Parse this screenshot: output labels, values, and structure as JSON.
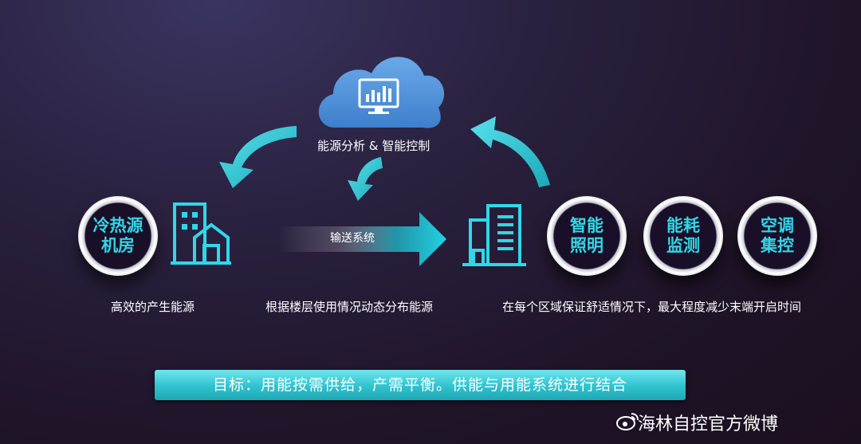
{
  "cloud": {
    "label": "能源分析 & 智能控制",
    "icon": "monitor-chart-icon"
  },
  "source": {
    "line1": "冷热源",
    "line2": "机房",
    "caption": "高效的产生能源",
    "icon": "building-icon"
  },
  "transport": {
    "label": "输送系统",
    "caption": "根据楼层使用情况动态分布能源",
    "icon": "tower-building-icon"
  },
  "terminals": [
    {
      "line1": "智能",
      "line2": "照明"
    },
    {
      "line1": "能耗",
      "line2": "监测"
    },
    {
      "line1": "空调",
      "line2": "集控"
    }
  ],
  "terminals_caption": "在每个区域保证舒适情况下，最大程度减少末端开启时间",
  "goal": "目标：用能按需供给，产需平衡。供能与用能系统进行结合",
  "watermark": "海林自控官方微博",
  "colors": {
    "accent": "#33d6e6",
    "cloud": "#4a8fd6",
    "background": "#22172f"
  }
}
